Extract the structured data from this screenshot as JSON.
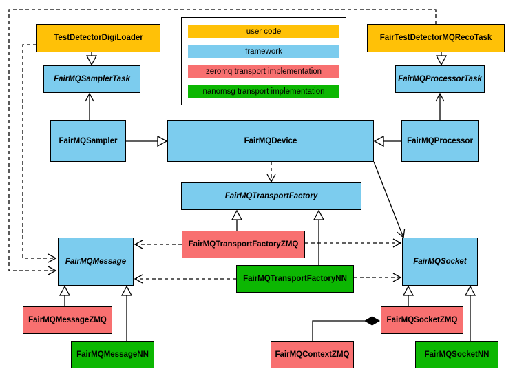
{
  "legend": {
    "items": [
      {
        "label": "user code",
        "color": "#FFC107",
        "category": "user-code"
      },
      {
        "label": "framework",
        "color": "#7CCCEE",
        "category": "framework"
      },
      {
        "label": "zeromq transport implementation",
        "color": "#F87070",
        "category": "zeromq"
      },
      {
        "label": "nanomsg transport implementation",
        "color": "#0CB702",
        "category": "nanomsg"
      }
    ]
  },
  "colors": {
    "user_code": "#FFC107",
    "framework": "#7CCCEE",
    "zeromq": "#F87070",
    "nanomsg": "#0CB702",
    "line": "#000000",
    "background": "#FFFFFF"
  },
  "nodes": {
    "test_detector_digi_loader": {
      "label": "TestDetectorDigiLoader",
      "layer": "user code"
    },
    "fair_test_detector_mq_reco_task": {
      "label": "FairTestDetectorMQRecoTask",
      "layer": "user code"
    },
    "fairmq_sampler_task": {
      "label": "FairMQSamplerTask",
      "layer": "framework",
      "abstract": true
    },
    "fairmq_processor_task": {
      "label": "FairMQProcessorTask",
      "layer": "framework",
      "abstract": true
    },
    "fairmq_sampler": {
      "label": "FairMQSampler",
      "layer": "framework"
    },
    "fairmq_device": {
      "label": "FairMQDevice",
      "layer": "framework"
    },
    "fairmq_processor": {
      "label": "FairMQProcessor",
      "layer": "framework"
    },
    "fairmq_transport_factory": {
      "label": "FairMQTransportFactory",
      "layer": "framework",
      "abstract": true
    },
    "fairmq_transport_factory_zmq": {
      "label": "FairMQTransportFactoryZMQ",
      "layer": "zeromq"
    },
    "fairmq_transport_factory_nn": {
      "label": "FairMQTransportFactoryNN",
      "layer": "nanomsg"
    },
    "fairmq_message": {
      "label": "FairMQMessage",
      "layer": "framework",
      "abstract": true
    },
    "fairmq_socket": {
      "label": "FairMQSocket",
      "layer": "framework",
      "abstract": true
    },
    "fairmq_message_zmq": {
      "label": "FairMQMessageZMQ",
      "layer": "zeromq"
    },
    "fairmq_message_nn": {
      "label": "FairMQMessageNN",
      "layer": "nanomsg"
    },
    "fairmq_context_zmq": {
      "label": "FairMQContextZMQ",
      "layer": "zeromq"
    },
    "fairmq_socket_zmq": {
      "label": "FairMQSocketZMQ",
      "layer": "zeromq"
    },
    "fairmq_socket_nn": {
      "label": "FairMQSocketNN",
      "layer": "nanomsg"
    }
  },
  "edges": [
    {
      "from": "TestDetectorDigiLoader",
      "to": "FairMQSamplerTask",
      "relation": "inheritance",
      "style": "solid"
    },
    {
      "from": "FairTestDetectorMQRecoTask",
      "to": "FairMQProcessorTask",
      "relation": "inheritance",
      "style": "solid"
    },
    {
      "from": "FairMQSampler",
      "to": "FairMQSamplerTask",
      "relation": "association",
      "style": "solid"
    },
    {
      "from": "FairMQProcessor",
      "to": "FairMQProcessorTask",
      "relation": "association",
      "style": "solid"
    },
    {
      "from": "FairMQSampler",
      "to": "FairMQDevice",
      "relation": "inheritance",
      "style": "solid"
    },
    {
      "from": "FairMQProcessor",
      "to": "FairMQDevice",
      "relation": "inheritance",
      "style": "solid"
    },
    {
      "from": "FairMQDevice",
      "to": "FairMQTransportFactory",
      "relation": "dependency",
      "style": "dashed"
    },
    {
      "from": "FairMQDevice",
      "to": "FairMQSocket",
      "relation": "association",
      "style": "solid"
    },
    {
      "from": "FairMQTransportFactoryZMQ",
      "to": "FairMQTransportFactory",
      "relation": "inheritance",
      "style": "solid"
    },
    {
      "from": "FairMQTransportFactoryNN",
      "to": "FairMQTransportFactory",
      "relation": "inheritance",
      "style": "solid"
    },
    {
      "from": "FairMQTransportFactoryZMQ",
      "to": "FairMQMessage",
      "relation": "dependency",
      "style": "dashed"
    },
    {
      "from": "FairMQTransportFactoryZMQ",
      "to": "FairMQSocket",
      "relation": "dependency",
      "style": "dashed"
    },
    {
      "from": "FairMQTransportFactoryNN",
      "to": "FairMQMessage",
      "relation": "dependency",
      "style": "dashed"
    },
    {
      "from": "FairMQTransportFactoryNN",
      "to": "FairMQSocket",
      "relation": "dependency",
      "style": "dashed"
    },
    {
      "from": "TestDetectorDigiLoader",
      "to": "FairMQMessage",
      "relation": "dependency",
      "style": "dashed"
    },
    {
      "from": "FairTestDetectorMQRecoTask",
      "to": "FairMQMessage",
      "relation": "dependency",
      "style": "dashed"
    },
    {
      "from": "FairMQMessageZMQ",
      "to": "FairMQMessage",
      "relation": "inheritance",
      "style": "solid"
    },
    {
      "from": "FairMQMessageNN",
      "to": "FairMQMessage",
      "relation": "inheritance",
      "style": "solid"
    },
    {
      "from": "FairMQSocketZMQ",
      "to": "FairMQSocket",
      "relation": "inheritance",
      "style": "solid"
    },
    {
      "from": "FairMQSocketNN",
      "to": "FairMQSocket",
      "relation": "inheritance",
      "style": "solid"
    },
    {
      "from": "FairMQContextZMQ",
      "to": "FairMQSocketZMQ",
      "relation": "composition",
      "style": "solid"
    }
  ]
}
